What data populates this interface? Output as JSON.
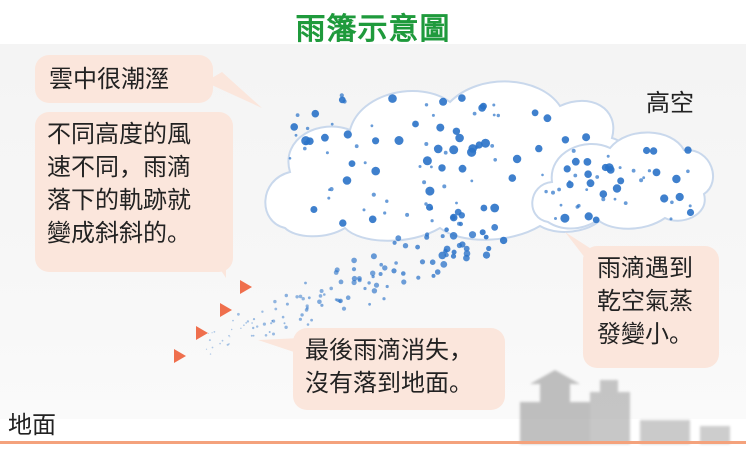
{
  "title": "雨籓示意圖",
  "labels": {
    "high_sky": "高空",
    "ground": "地面"
  },
  "callouts": {
    "humid": "雲中很潮溼",
    "wind": [
      "不同高度的風",
      "速不同，雨滴",
      "落下的軌跡就",
      "變成斜斜的。"
    ],
    "evaporate": [
      "雨滴遇到",
      "乾空氣蒸",
      "發變小。"
    ],
    "vanish": [
      "最後雨滴消失，",
      "沒有落到地面。"
    ]
  },
  "colors": {
    "title": "#1f9a3c",
    "bubble": "#fbe6dc",
    "arrow": "#ef6f4d",
    "raindrop": "#2a72c8",
    "ground": "#f4a27c"
  }
}
